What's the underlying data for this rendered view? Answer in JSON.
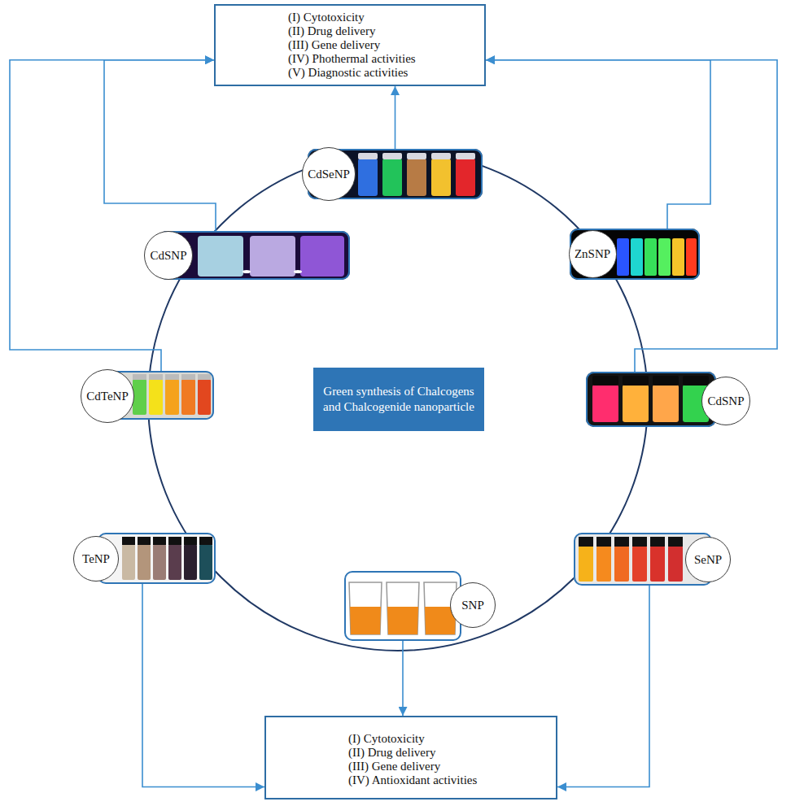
{
  "diagram": {
    "nodes": [
      {
        "text": [
          "(I) Cytotoxicity",
          "(II) Drug delivery",
          "(III) Gene delivery",
          "(IV) Phothermal activities",
          "(V) Diagnostic activities"
        ]
      },
      {
        "text": [
          "CdSeNP"
        ]
      },
      {
        "text": [
          "CdSNP"
        ]
      },
      {
        "text": [
          "ZnSNP"
        ]
      },
      {
        "text": [
          "CdTeNP"
        ]
      },
      {
        "text": [
          "CdSNP"
        ]
      },
      {
        "text": [
          "Green synthesis of Chalcogens and Chalcogenide nanoparticle"
        ]
      },
      {
        "text": [
          "TeNP"
        ]
      },
      {
        "text": [
          "SNP"
        ]
      },
      {
        "text": [
          "SeNP"
        ]
      },
      {
        "text": [
          "(I) Cytotoxicity",
          "(II) Drug delivery",
          "(III) Gene delivery",
          "(IV) Antioxidant activities"
        ]
      }
    ],
    "edges": [
      {
        "from": 1,
        "to": 0,
        "arrow": "to"
      },
      {
        "from": 2,
        "to": 0,
        "arrow": "to"
      },
      {
        "from": 4,
        "to": 0,
        "arrow": "to"
      },
      {
        "from": 3,
        "to": 0,
        "arrow": "to"
      },
      {
        "from": 5,
        "to": 0,
        "arrow": "to"
      },
      {
        "from": 7,
        "to": 10,
        "arrow": "to"
      },
      {
        "from": 8,
        "to": 10,
        "arrow": "to"
      },
      {
        "from": 9,
        "to": 10,
        "arrow": "to"
      }
    ]
  }
}
